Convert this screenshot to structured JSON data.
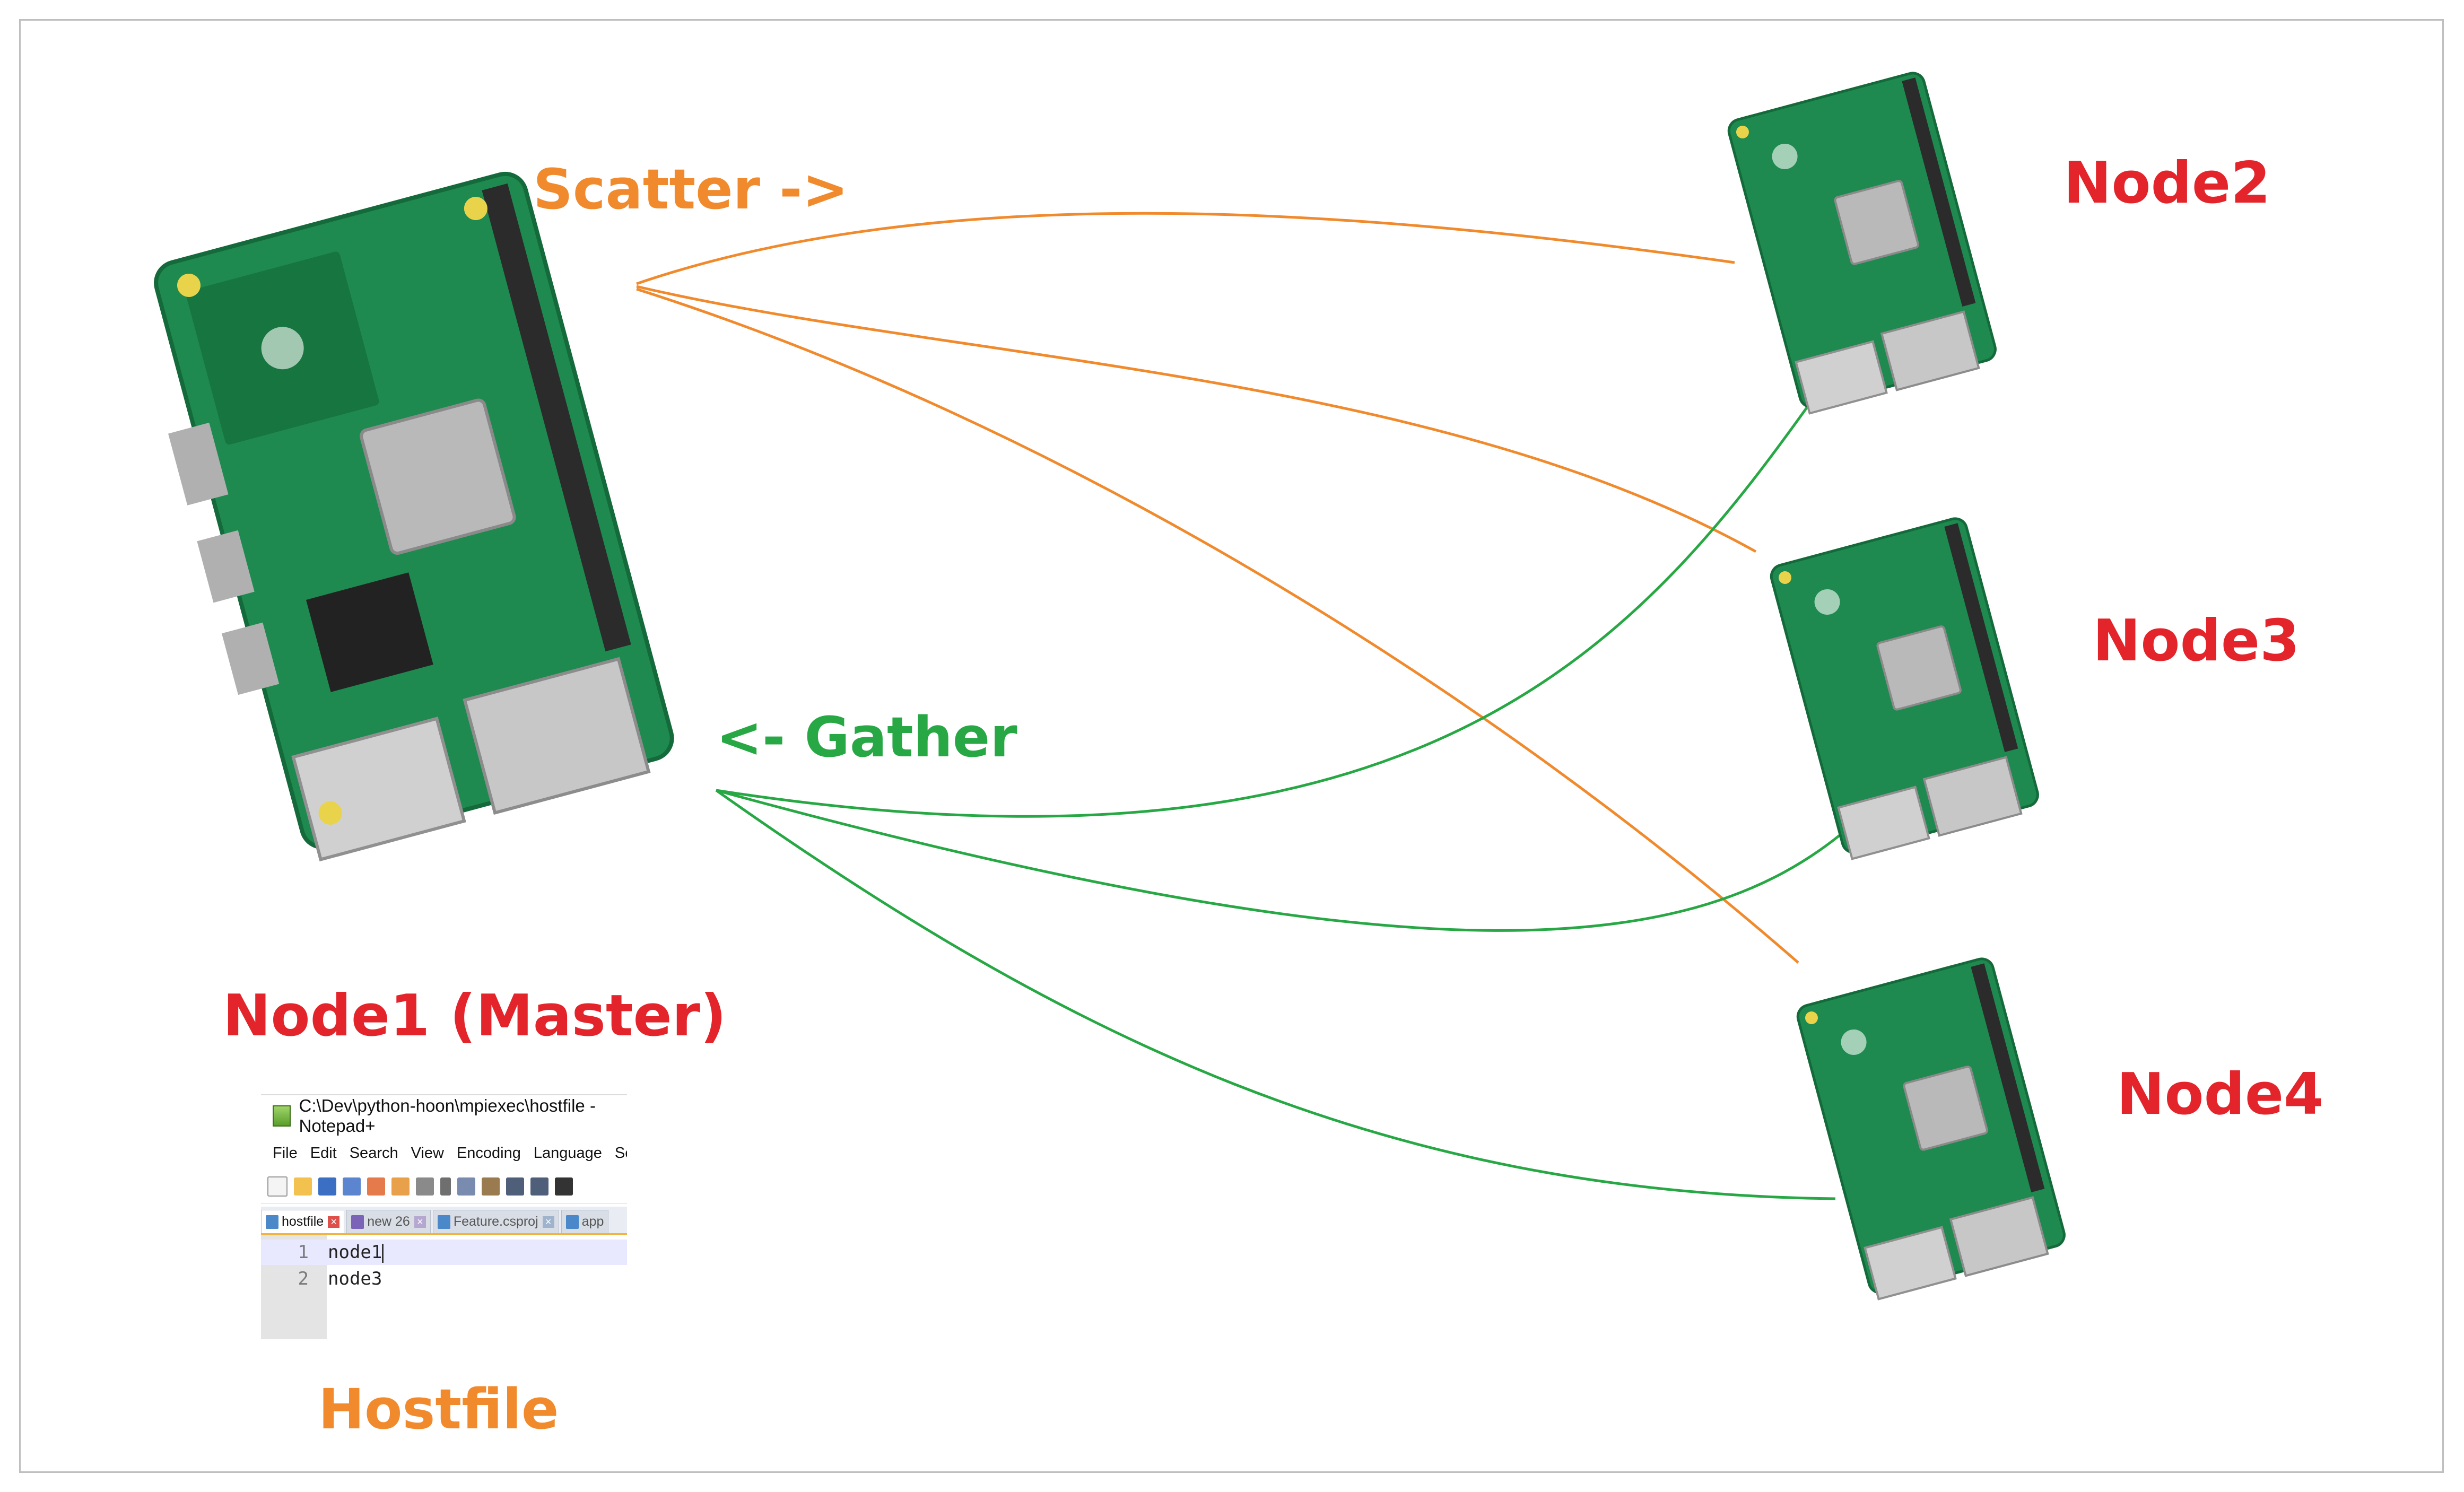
{
  "labels": {
    "scatter": "Scatter ->",
    "gather": "<- Gather",
    "hostfile": "Hostfile"
  },
  "nodes": [
    {
      "id": "node1",
      "label": "Node1 (Master)"
    },
    {
      "id": "node2",
      "label": "Node2"
    },
    {
      "id": "node3",
      "label": "Node3"
    },
    {
      "id": "node4",
      "label": "Node4"
    }
  ],
  "colors": {
    "scatter": "#f08a2c",
    "gather": "#27a844",
    "node_label": "#e3242b",
    "board": "#1e8a4f"
  },
  "hostfile_window": {
    "title": "C:\\Dev\\python-hoon\\mpiexec\\hostfile - Notepad+",
    "menu": [
      "File",
      "Edit",
      "Search",
      "View",
      "Encoding",
      "Language",
      "Sett"
    ],
    "tabs": [
      "hostfile",
      "new 26",
      "Feature.csproj",
      "app"
    ],
    "lines": [
      {
        "num": "1",
        "text": "node1"
      },
      {
        "num": "2",
        "text": "node3"
      }
    ]
  }
}
